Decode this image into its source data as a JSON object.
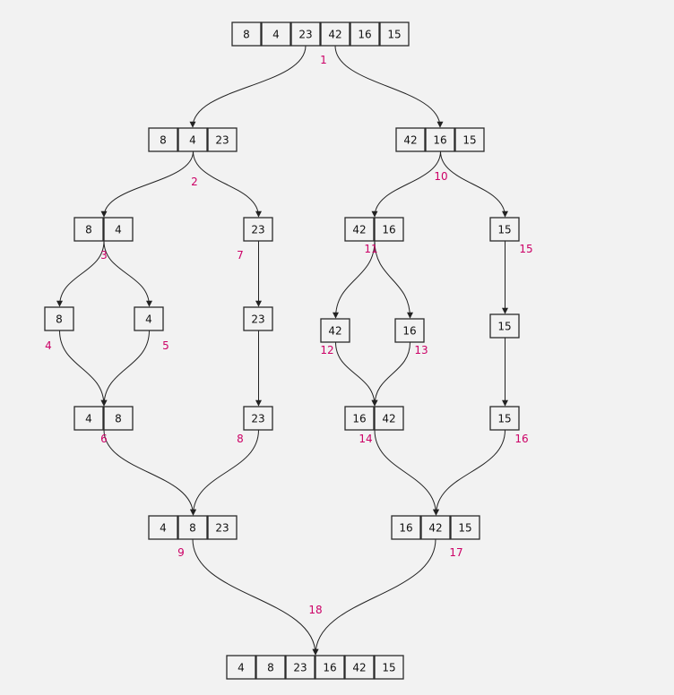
{
  "colors": {
    "background": "#f2f2f2",
    "box_stroke": "#2a2a2a",
    "text": "#111111",
    "step_label": "#cc0066",
    "edge": "#222222"
  },
  "nodes": [
    {
      "id": "n1",
      "values": [
        "8",
        "4",
        "23",
        "42",
        "16",
        "15"
      ]
    },
    {
      "id": "n2",
      "values": [
        "8",
        "4",
        "23"
      ]
    },
    {
      "id": "n3",
      "values": [
        "42",
        "16",
        "15"
      ]
    },
    {
      "id": "n4",
      "values": [
        "8",
        "4"
      ]
    },
    {
      "id": "n5",
      "values": [
        "23"
      ]
    },
    {
      "id": "n6",
      "values": [
        "42",
        "16"
      ]
    },
    {
      "id": "n7",
      "values": [
        "15"
      ]
    },
    {
      "id": "n8",
      "values": [
        "8"
      ]
    },
    {
      "id": "n9",
      "values": [
        "4"
      ]
    },
    {
      "id": "n10",
      "values": [
        "23"
      ]
    },
    {
      "id": "n11",
      "values": [
        "42"
      ]
    },
    {
      "id": "n12",
      "values": [
        "16"
      ]
    },
    {
      "id": "n13",
      "values": [
        "15"
      ]
    },
    {
      "id": "n14",
      "values": [
        "4",
        "8"
      ]
    },
    {
      "id": "n15",
      "values": [
        "23"
      ]
    },
    {
      "id": "n16",
      "values": [
        "16",
        "42"
      ]
    },
    {
      "id": "n17",
      "values": [
        "15"
      ]
    },
    {
      "id": "n18",
      "values": [
        "4",
        "8",
        "23"
      ]
    },
    {
      "id": "n19",
      "values": [
        "16",
        "42",
        "15"
      ]
    },
    {
      "id": "n20",
      "values": [
        "4",
        "8",
        "23",
        "16",
        "42",
        "15"
      ]
    }
  ],
  "step_labels": [
    "1",
    "2",
    "3",
    "4",
    "5",
    "6",
    "7",
    "8",
    "9",
    "10",
    "11",
    "12",
    "13",
    "14",
    "15",
    "16",
    "17",
    "18"
  ],
  "edges": [
    {
      "from": "n1",
      "to": "n2"
    },
    {
      "from": "n1",
      "to": "n3"
    },
    {
      "from": "n2",
      "to": "n4"
    },
    {
      "from": "n2",
      "to": "n5"
    },
    {
      "from": "n3",
      "to": "n6"
    },
    {
      "from": "n3",
      "to": "n7"
    },
    {
      "from": "n4",
      "to": "n8"
    },
    {
      "from": "n4",
      "to": "n9"
    },
    {
      "from": "n5",
      "to": "n10"
    },
    {
      "from": "n6",
      "to": "n11"
    },
    {
      "from": "n6",
      "to": "n12"
    },
    {
      "from": "n7",
      "to": "n13"
    },
    {
      "from": "n8",
      "to": "n14"
    },
    {
      "from": "n9",
      "to": "n14"
    },
    {
      "from": "n10",
      "to": "n15"
    },
    {
      "from": "n11",
      "to": "n16"
    },
    {
      "from": "n12",
      "to": "n16"
    },
    {
      "from": "n13",
      "to": "n17"
    },
    {
      "from": "n14",
      "to": "n18"
    },
    {
      "from": "n15",
      "to": "n18"
    },
    {
      "from": "n16",
      "to": "n19"
    },
    {
      "from": "n17",
      "to": "n19"
    },
    {
      "from": "n18",
      "to": "n20"
    },
    {
      "from": "n19",
      "to": "n20"
    }
  ]
}
